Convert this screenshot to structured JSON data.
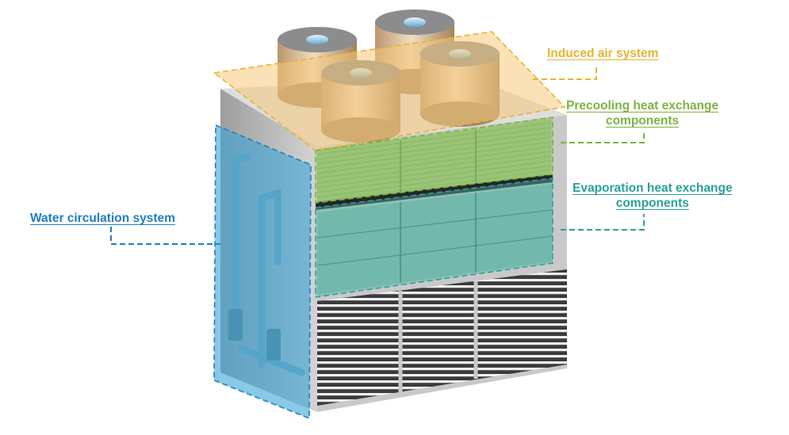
{
  "labels": {
    "induced_air": {
      "text": "Induced air system",
      "color": "#e8b331"
    },
    "precooling": {
      "line1": "Precooling heat exchange",
      "line2": "components",
      "color": "#7bb342"
    },
    "evaporation": {
      "line1": "Evaporation heat exchange",
      "line2": "components",
      "color": "#2aa198"
    },
    "water": {
      "text": "Water circulation system",
      "color": "#1f7fc2"
    }
  },
  "colors": {
    "induced_overlay": "#f5c97a",
    "precool_overlay": "#8cc45a",
    "evap_overlay": "#4fb6a6",
    "water_overlay": "#3aa3d6",
    "fan_stack": "#d8b68e",
    "casing": "#bdbdbd",
    "louver": "#3d3a3d"
  }
}
